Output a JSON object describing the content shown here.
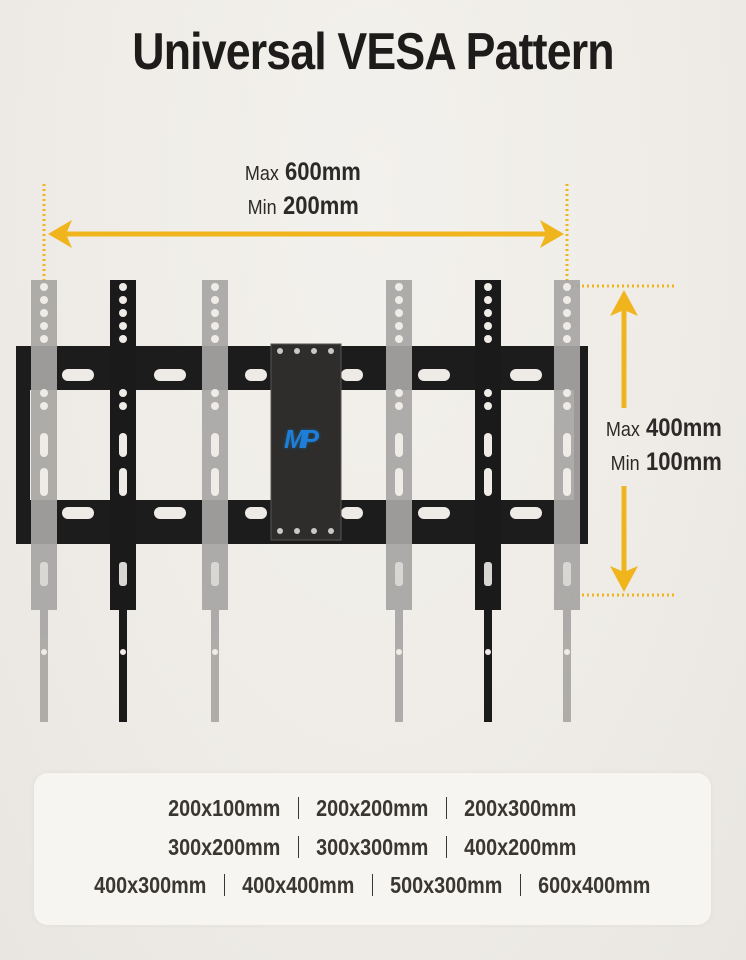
{
  "title": "Universal VESA Pattern",
  "horizontal_dimension": {
    "max_label": "Max",
    "max_value": "600mm",
    "min_label": "Min",
    "min_value": "200mm"
  },
  "vertical_dimension": {
    "max_label": "Max",
    "max_value": "400mm",
    "min_label": "Min",
    "min_value": "100mm"
  },
  "logo": {
    "text": "MP",
    "color": "#1e7fd8"
  },
  "colors": {
    "arrow": "#f0b41c",
    "frame": "#1c1c1c",
    "plate": "#2e2d2c",
    "bracket_dark": "#1a1a1a",
    "bracket_ghost": "#a7a6a4"
  },
  "supported_sizes": {
    "rows": [
      [
        "200x100mm",
        "200x200mm",
        "200x300mm"
      ],
      [
        "300x200mm",
        "300x300mm",
        "400x200mm"
      ],
      [
        "400x300mm",
        "400x400mm",
        "500x300mm",
        "600x400mm"
      ]
    ]
  }
}
